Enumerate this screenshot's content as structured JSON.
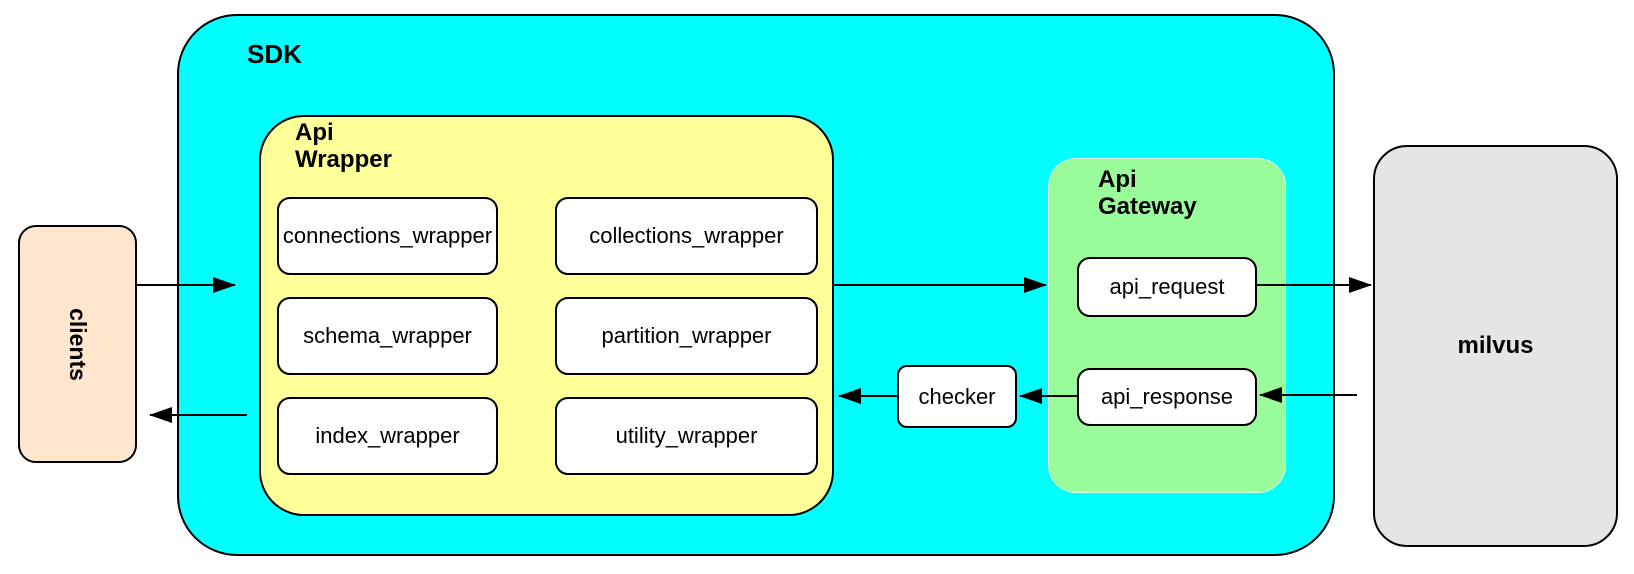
{
  "diagram": {
    "background": "#ffffff",
    "nodes": {
      "clients": {
        "label": "clients",
        "fill": "#FFE6CC"
      },
      "sdk": {
        "label": "SDK",
        "fill": "#00FFFF"
      },
      "api_wrapper": {
        "label": "Api\nWrapper",
        "fill": "#FFFF99"
      },
      "wrapper_modules": [
        {
          "label": "connections_wrapper"
        },
        {
          "label": "collections_wrapper"
        },
        {
          "label": "schema_wrapper"
        },
        {
          "label": "partition_wrapper"
        },
        {
          "label": "index_wrapper"
        },
        {
          "label": "utility_wrapper"
        }
      ],
      "api_gateway": {
        "label": "Api\nGateway",
        "fill": "#99FB99"
      },
      "api_request": {
        "label": "api_request",
        "fill": "#FFFFFF"
      },
      "api_response": {
        "label": "api_response",
        "fill": "#FFFFFF"
      },
      "checker": {
        "label": "checker",
        "fill": "#FFFFFF"
      },
      "milvus": {
        "label": "milvus",
        "fill": "#E5E5E5"
      }
    },
    "edges": [
      {
        "from": "clients",
        "to": "sdk"
      },
      {
        "from": "api_wrapper",
        "to": "api_gateway"
      },
      {
        "from": "api_request",
        "to": "milvus"
      },
      {
        "from": "milvus",
        "to": "api_response"
      },
      {
        "from": "api_response",
        "to": "checker"
      },
      {
        "from": "checker",
        "to": "api_wrapper"
      },
      {
        "from": "sdk",
        "to": "clients"
      }
    ]
  }
}
